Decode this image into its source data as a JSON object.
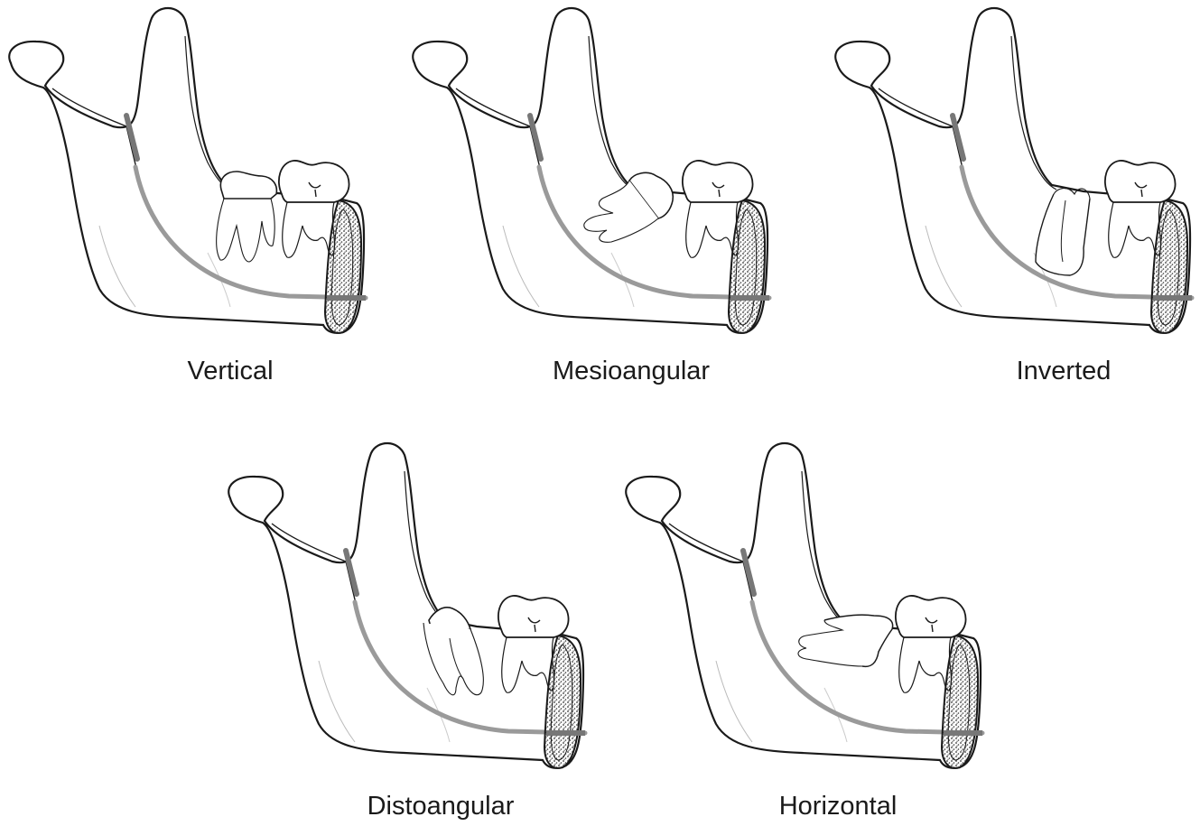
{
  "panels": [
    {
      "id": "vertical",
      "label": "Vertical",
      "angulation": "vertical"
    },
    {
      "id": "mesioangular",
      "label": "Mesioangular",
      "angulation": "mesioangular"
    },
    {
      "id": "inverted",
      "label": "Inverted",
      "angulation": "inverted"
    },
    {
      "id": "distoangular",
      "label": "Distoangular",
      "angulation": "distoangular"
    },
    {
      "id": "horizontal",
      "label": "Horizontal",
      "angulation": "horizontal"
    }
  ],
  "colors": {
    "outline": "#1a1a1a",
    "nerve": "#9a9a9a",
    "bone_stipple": "#555555",
    "background": "#ffffff"
  }
}
